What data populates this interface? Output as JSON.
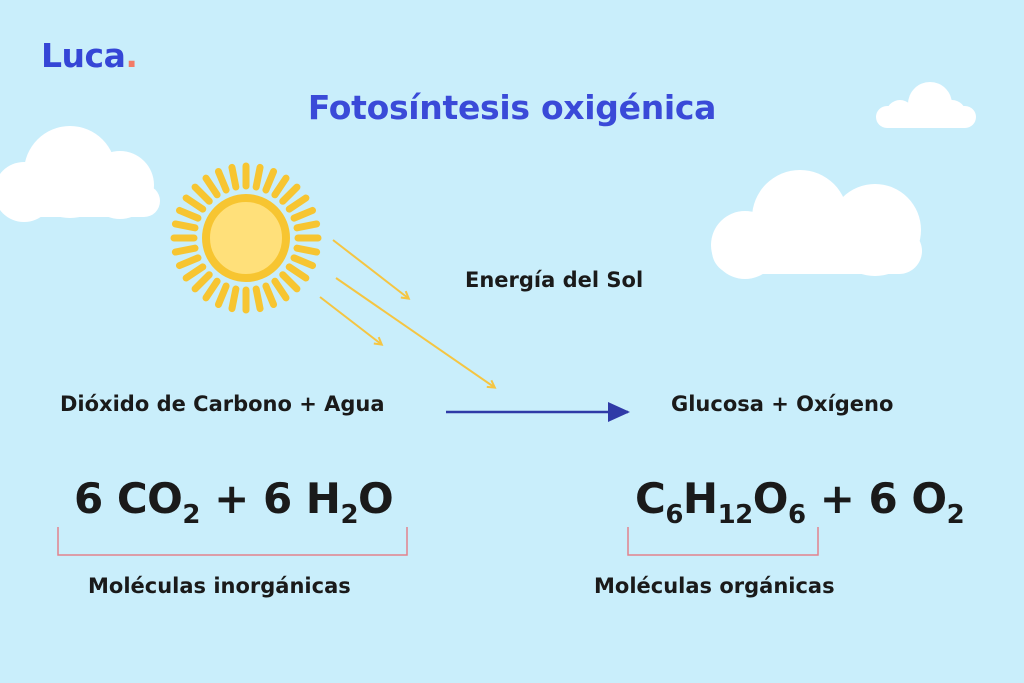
{
  "brand": {
    "name": "Luca",
    "dot": "."
  },
  "title": "Fotosíntesis oxigénica",
  "labels": {
    "energy": "Energía del Sol",
    "reactants": "Dióxido de Carbono + Agua",
    "products": "Glucosa + Oxígeno"
  },
  "equation": {
    "left": {
      "coef1": "6",
      "co": "CO",
      "co_sub": "2",
      "plus": "+",
      "coef2": "6",
      "h": "H",
      "h_sub": "2",
      "o": "O"
    },
    "right": {
      "c": "C",
      "c_sub": "6",
      "h": "H",
      "h_sub": "12",
      "o": "O",
      "o_sub": "6",
      "plus": "+",
      "coef": "6",
      "o2": "O",
      "o2_sub": "2"
    }
  },
  "captions": {
    "inorganic": "Moléculas inorgánicas",
    "organic": "Moléculas orgánicas"
  },
  "icons": [
    "sun-icon",
    "cloud-icon",
    "sunlight-arrow-icon",
    "reaction-arrow-icon"
  ],
  "colors": {
    "background": "#c9eefb",
    "brand": "#3546d6",
    "title": "#3a4ad8",
    "brand_dot": "#f27b67",
    "sun_rays": "#f7c531",
    "sun_core": "#ffe07a",
    "light_arrows": "#f5c542",
    "reaction_arrow": "#2f3aa7",
    "bracket": "#e3828d",
    "cloud": "#ffffff"
  }
}
